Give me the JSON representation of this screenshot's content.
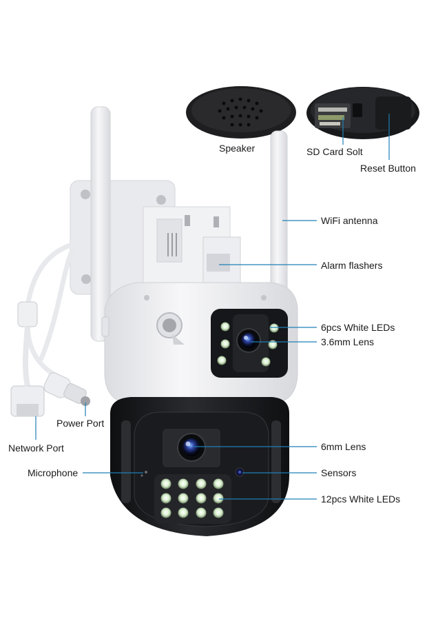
{
  "labels": {
    "speaker": "Speaker",
    "sd_card_slot": "SD Card Solt",
    "reset_button": "Reset Button",
    "wifi_antenna": "WiFi antenna",
    "alarm_flashers": "Alarm flashers",
    "white_leds_6": "6pcs White LEDs",
    "lens_3_6mm": "3.6mm Lens",
    "power_port": "Power Port",
    "network_port": "Network Port",
    "lens_6mm": "6mm Lens",
    "microphone": "Microphone",
    "sensors": "Sensors",
    "white_leds_12": "12pcs White LEDs"
  },
  "colors": {
    "callout_line": "#1f7fb6",
    "camera_white": "#f3f4f6",
    "camera_black": "#1c1d20"
  }
}
